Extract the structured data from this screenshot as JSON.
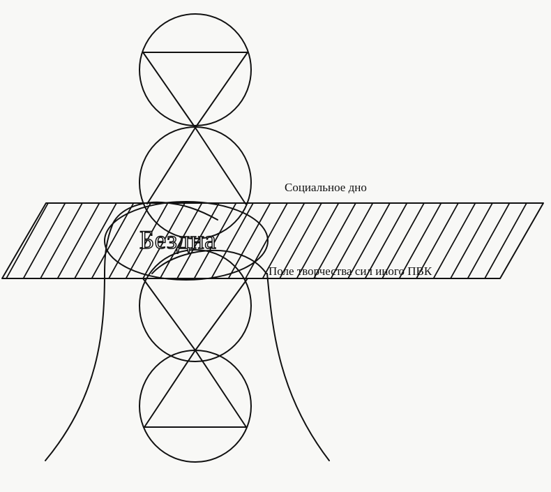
{
  "diagram": {
    "labels": {
      "social_bottom": "Социальное дно",
      "abyss": "Бездна",
      "creative_field": "Поле творчества сил иного ПВК"
    },
    "colors": {
      "line": "#111111",
      "background": "#f8f8f6"
    }
  }
}
